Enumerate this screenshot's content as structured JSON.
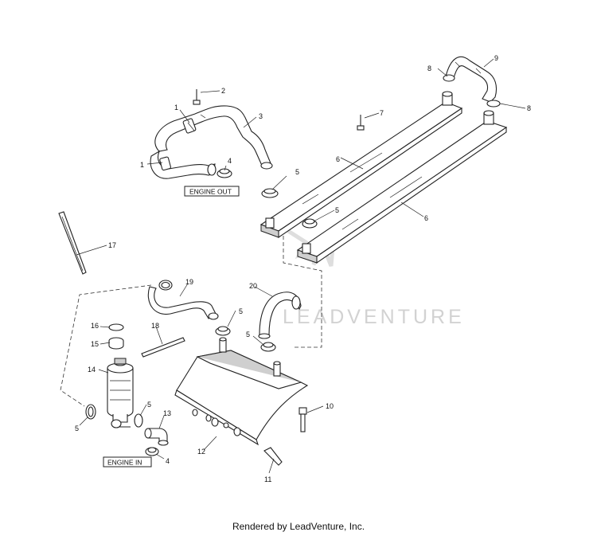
{
  "callouts": [
    {
      "id": "c1a",
      "text": "1"
    },
    {
      "id": "c1b",
      "text": "1"
    },
    {
      "id": "c2",
      "text": "2"
    },
    {
      "id": "c3",
      "text": "3"
    },
    {
      "id": "c4a",
      "text": "4"
    },
    {
      "id": "c4b",
      "text": "4"
    },
    {
      "id": "c5a",
      "text": "5"
    },
    {
      "id": "c5b",
      "text": "5"
    },
    {
      "id": "c5c",
      "text": "5"
    },
    {
      "id": "c5d",
      "text": "5"
    },
    {
      "id": "c5e",
      "text": "5"
    },
    {
      "id": "c5f",
      "text": "5"
    },
    {
      "id": "c6a",
      "text": "6"
    },
    {
      "id": "c6b",
      "text": "6"
    },
    {
      "id": "c7",
      "text": "7"
    },
    {
      "id": "c8a",
      "text": "8"
    },
    {
      "id": "c8b",
      "text": "8"
    },
    {
      "id": "c9",
      "text": "9"
    },
    {
      "id": "c10",
      "text": "10"
    },
    {
      "id": "c11",
      "text": "11"
    },
    {
      "id": "c12",
      "text": "12"
    },
    {
      "id": "c13",
      "text": "13"
    },
    {
      "id": "c14",
      "text": "14"
    },
    {
      "id": "c15",
      "text": "15"
    },
    {
      "id": "c16",
      "text": "16"
    },
    {
      "id": "c17",
      "text": "17"
    },
    {
      "id": "c18",
      "text": "18"
    },
    {
      "id": "c19",
      "text": "19"
    },
    {
      "id": "c20",
      "text": "20"
    }
  ],
  "labels": {
    "engine_out": "ENGINE OUT",
    "engine_in": "ENGINE IN"
  },
  "watermark": "LEADVENTURE",
  "footer": "Rendered by LeadVenture, Inc."
}
